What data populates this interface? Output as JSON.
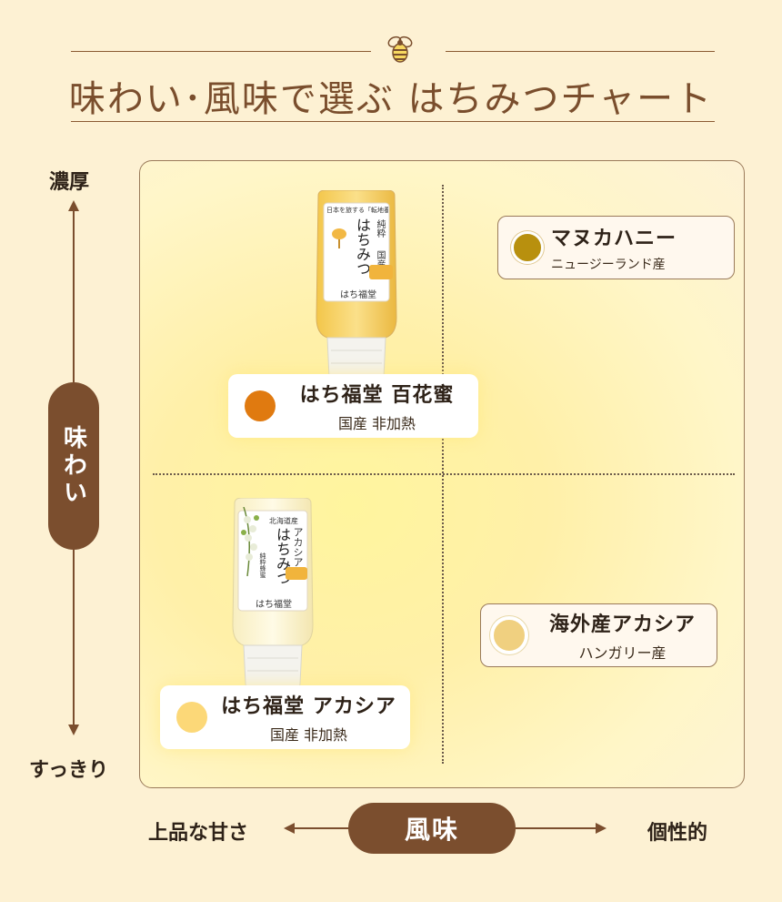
{
  "header": {
    "title": "味わい･風味で選ぶ はちみつチャート",
    "icon": "bee-icon"
  },
  "axes": {
    "vertical": {
      "name": "味わい",
      "top_label": "濃厚",
      "bottom_label": "すっきり"
    },
    "horizontal": {
      "name": "風味",
      "left_label": "上品な甘さ",
      "right_label": "個性的"
    }
  },
  "products": [
    {
      "name": "はち福堂 百花蜜",
      "origin": "国産 非加熱",
      "color": "#e07a10",
      "has_bottle": true,
      "bottle_label": {
        "top": "日本を旅する「転地養蜂」",
        "name": "はちみつ",
        "type": "純粋",
        "origin": "国産",
        "brand": "はち福堂"
      }
    },
    {
      "name": "はち福堂 アカシア",
      "origin": "国産 非加熱",
      "color": "#fcd878",
      "has_bottle": true,
      "bottle_label": {
        "top": "北海道産",
        "name": "はちみつ",
        "type": "アカシア",
        "origin": "純粋蜂蜜",
        "brand": "はち福堂"
      }
    },
    {
      "name": "マヌカハニー",
      "origin": "ニュージーランド産",
      "color": "#b8900e",
      "has_bottle": false
    },
    {
      "name": "海外産アカシア",
      "origin": "ハンガリー産",
      "color": "#f0d080",
      "has_bottle": false
    }
  ],
  "colors": {
    "accent_brown": "#7b4e2e",
    "background": "#fdf1d3",
    "chart_fill": "#fff59e"
  }
}
